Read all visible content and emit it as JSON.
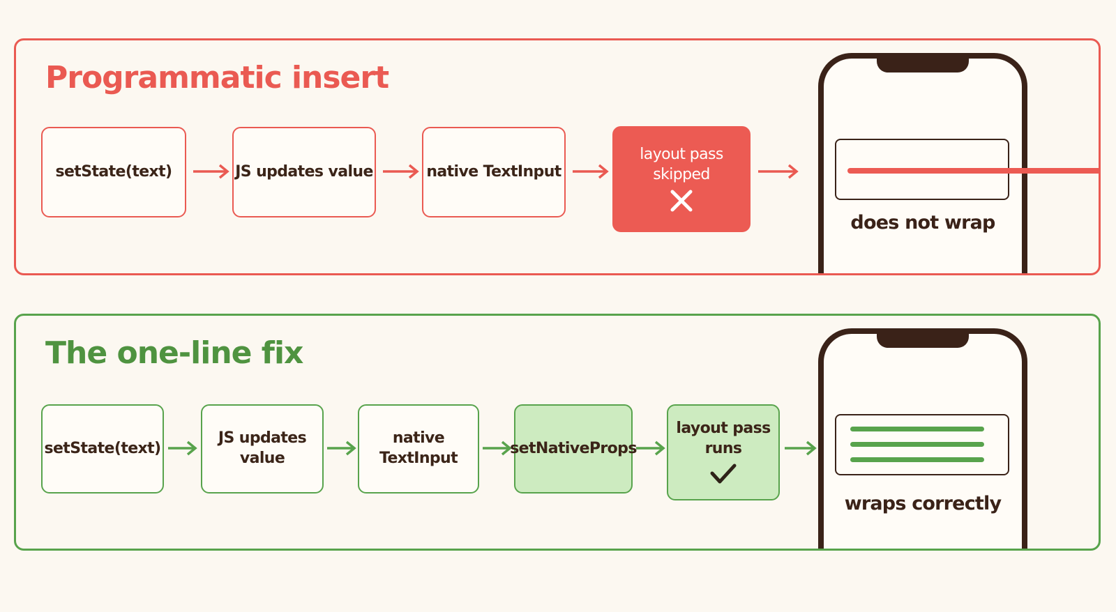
{
  "top": {
    "title": "Programmatic insert",
    "steps": [
      "setState(text)",
      "JS updates value",
      "native TextInput"
    ],
    "fail_step": {
      "line1": "layout pass",
      "line2": "skipped"
    },
    "phone_caption": "does not wrap"
  },
  "bottom": {
    "title": "The one-line fix",
    "steps": [
      "setState(text)",
      "JS updates value",
      "native TextInput",
      "setNativeProps"
    ],
    "ok_step": {
      "line1": "layout pass",
      "line2": "runs"
    },
    "phone_caption": "wraps correctly"
  },
  "colors": {
    "red": "#ea5a52",
    "green": "#58a34c",
    "green_fill": "#cdebc0",
    "phone": "#3a2218",
    "background": "#fcf8f1"
  },
  "icons": [
    "arrow-right-icon",
    "x-mark-icon",
    "check-mark-icon",
    "phone-icon"
  ]
}
